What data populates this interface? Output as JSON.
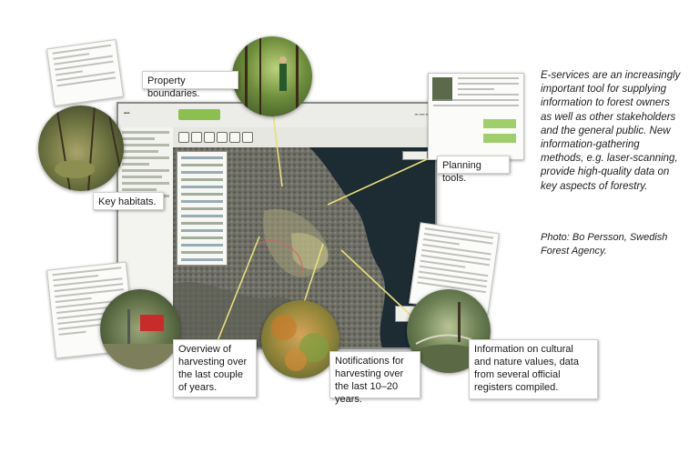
{
  "labels": {
    "property_boundaries": "Property boundaries.",
    "planning_tools": "Planning tools.",
    "key_habitats": "Key habitats.",
    "overview_harvesting": "Overview of harvesting over the last couple of years.",
    "notifications": "Notifications for harvesting over the last 10–20 years.",
    "cultural_nature": "Information on cultural and nature values, data from several official registers compiled."
  },
  "caption": "E-services are an increasingly important tool for supplying information to forest owners as well as other stakeholders and the general public. New information-gathering methods, e.g. laser-scanning, provide high-quality data on key aspects of forestry.",
  "credit": "Photo: Bo Persson, Swedish Forest Agency.",
  "colors": {
    "label_bg": "#ffffff",
    "caption_text": "#1e1e1e",
    "leader_line": "#e8e07a",
    "app_accent": "#8cc04e"
  },
  "icons": [
    "pan-icon",
    "zoom-in-icon",
    "zoom-out-icon",
    "identify-icon",
    "measure-icon",
    "print-icon"
  ]
}
